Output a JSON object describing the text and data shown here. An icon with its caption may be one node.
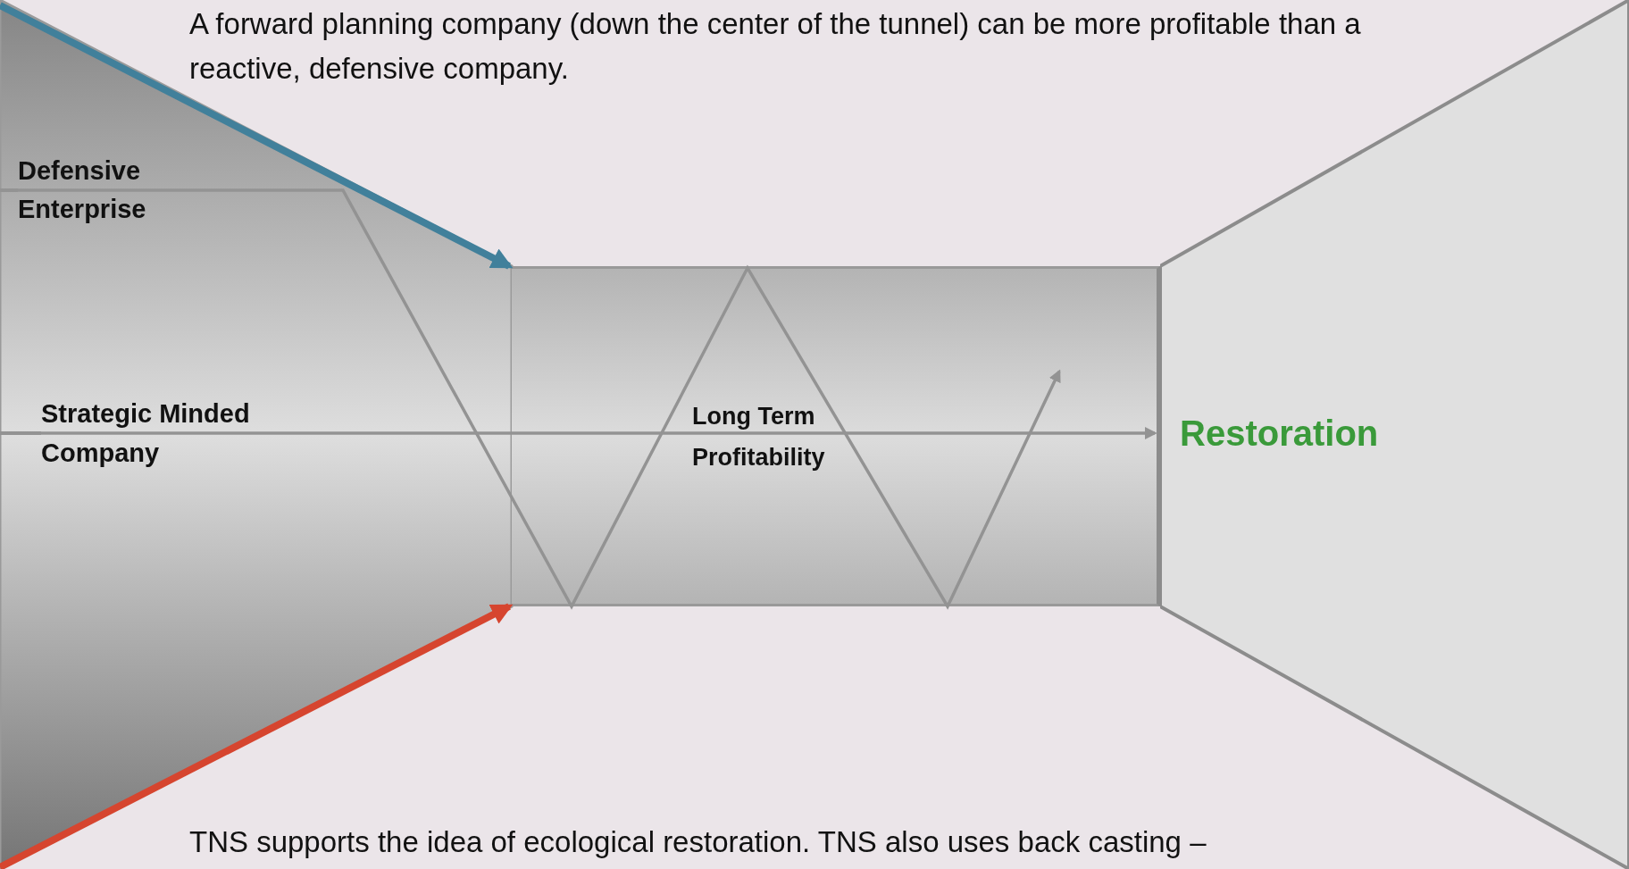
{
  "diagram": {
    "nodes": [
      {
        "text": [
          "Defensive Enterprise"
        ]
      },
      {
        "text": [
          "Strategic Minded Company"
        ]
      },
      {
        "text": [
          "Long Term Profitability"
        ]
      },
      {
        "text": [
          "Restoration"
        ]
      }
    ],
    "edges": [
      {
        "from": 0,
        "to": 2,
        "arrow": "to"
      },
      {
        "from": 1,
        "to": 2,
        "arrow": "to"
      },
      {
        "from": null,
        "to": 2,
        "arrow": "to",
        "style": "thick",
        "color": "#41809b"
      },
      {
        "from": null,
        "to": 2,
        "arrow": "to",
        "style": "thick",
        "color": "#d6452f"
      }
    ],
    "labels": [
      "A forward planning company (down the center of the tunnel) can be more profitable than a reactive, defensive company.",
      "TNS supports the idea of ecological restoration. TNS also uses back casting –"
    ]
  }
}
